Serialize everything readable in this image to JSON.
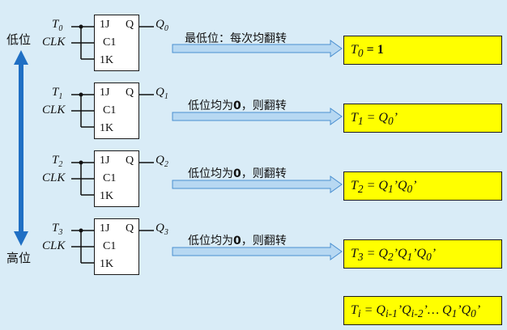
{
  "side_labels": {
    "low": "低位",
    "high": "高位"
  },
  "stages": [
    {
      "t": "T",
      "t_sub": "0",
      "clk": "CLK",
      "q": "Q",
      "q_sub": "0",
      "pin_j": "1J",
      "pin_c": "C1",
      "pin_k": "1K",
      "pin_q": "Q",
      "note_pre": "最低位：每次均翻转",
      "note_bold": "",
      "note_post": ""
    },
    {
      "t": "T",
      "t_sub": "1",
      "clk": "CLK",
      "q": "Q",
      "q_sub": "1",
      "pin_j": "1J",
      "pin_c": "C1",
      "pin_k": "1K",
      "pin_q": "Q",
      "note_pre": "低位均为",
      "note_bold": "0",
      "note_post": "，则翻转"
    },
    {
      "t": "T",
      "t_sub": "2",
      "clk": "CLK",
      "q": "Q",
      "q_sub": "2",
      "pin_j": "1J",
      "pin_c": "C1",
      "pin_k": "1K",
      "pin_q": "Q",
      "note_pre": "低位均为",
      "note_bold": "0",
      "note_post": "，则翻转"
    },
    {
      "t": "T",
      "t_sub": "3",
      "clk": "CLK",
      "q": "Q",
      "q_sub": "3",
      "pin_j": "1J",
      "pin_c": "C1",
      "pin_k": "1K",
      "pin_q": "Q",
      "note_pre": "低位均为",
      "note_bold": "0",
      "note_post": "，则翻转"
    }
  ],
  "equations": [
    {
      "lhs": "T",
      "lhs_sub": "0",
      "rhs": "= 1"
    },
    {
      "lhs": "T",
      "lhs_sub": "1",
      "rhs": "= Q",
      "rhs_sub": "0",
      "rhs_tail": "’"
    },
    {
      "lhs": "T",
      "lhs_sub": "2",
      "rhs": "= Q",
      "rhs_sub": "1",
      "rhs_tail": "’Q",
      "rhs_sub2": "0",
      "rhs_tail2": "’"
    },
    {
      "lhs": "T",
      "lhs_sub": "3",
      "rhs": "= Q",
      "rhs_sub": "2",
      "rhs_tail": "’Q",
      "rhs_sub2": "1",
      "rhs_tail2": "’Q",
      "rhs_sub3": "0",
      "rhs_tail3": "’"
    }
  ],
  "general": {
    "lhs": "T",
    "lhs_sub": "i",
    "p1": "= Q",
    "s1": "i-1",
    "p2": "’Q",
    "s2": "i-2",
    "p3": "’… Q",
    "s3": "1",
    "p4": "’Q",
    "s4": "0",
    "p5": "’"
  },
  "colors": {
    "background": "#d9ecf7",
    "highlight": "#ffff00",
    "arrow": "#1f6fc4",
    "pointer": "#5aa0e0"
  }
}
